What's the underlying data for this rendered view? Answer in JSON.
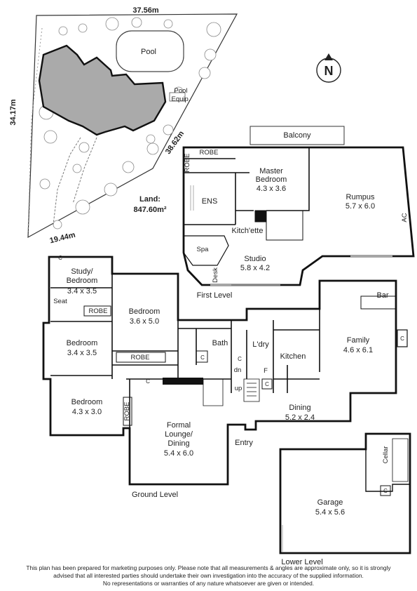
{
  "site": {
    "dim_top": "37.56m",
    "dim_left": "34.17m",
    "dim_right": "38.62m",
    "dim_bottom": "19.44m",
    "pool": "Pool",
    "pool_equip_1": "Pool",
    "pool_equip_2": "Equip.",
    "land_label": "Land:",
    "land_value": "847.60m²"
  },
  "compass": {
    "north": "N"
  },
  "first_level": {
    "title": "First Level",
    "balcony": "Balcony",
    "robe": "ROBE",
    "master_name_1": "Master",
    "master_name_2": "Bedroom",
    "master_size": "4.3 x 3.6",
    "ens": "ENS",
    "kitchette": "Kitch'ette",
    "rumpus_name": "Rumpus",
    "rumpus_size": "5.7 x 6.0",
    "ac": "AC",
    "spa": "Spa",
    "desk": "Desk",
    "studio_name": "Studio",
    "studio_size": "5.8 x 4.2"
  },
  "ground_level": {
    "title": "Ground Level",
    "study_name_1": "Study/",
    "study_name_2": "Bedroom",
    "study_size": "3.4 x 3.5",
    "seat": "Seat",
    "robe": "ROBE",
    "c": "C",
    "bed1_name": "Bedroom",
    "bed1_size": "3.6 x 5.0",
    "bed2_name": "Bedroom",
    "bed2_size": "3.4 x 3.5",
    "bed3_name": "Bedroom",
    "bed3_size": "4.3 x 3.0",
    "bath": "Bath",
    "ldry": "L'dry",
    "kitchen": "Kitchen",
    "bar": "Bar",
    "family_name": "Family",
    "family_size": "4.6 x 6.1",
    "dn": "dn",
    "up": "up",
    "f": "F",
    "dining_name": "Dining",
    "dining_size": "5.2 x 2.4",
    "lounge_1": "Formal",
    "lounge_2": "Lounge/",
    "lounge_3": "Dining",
    "lounge_size": "5.4 x 6.0",
    "entry": "Entry"
  },
  "lower_level": {
    "title": "Lower Level",
    "cellar": "Cellar",
    "c": "C",
    "garage_name": "Garage",
    "garage_size": "5.4 x 5.6"
  },
  "disclaimer": {
    "line1": "This plan has been prepared for marketing purposes only. Please note that all measurements & angles are approximate only, so it is strongly",
    "line2": "advised that all interested parties should undertake their own investigation into the accuracy of the supplied information.",
    "line3": "No representations or warranties of any nature whatsoever are given or intended."
  }
}
